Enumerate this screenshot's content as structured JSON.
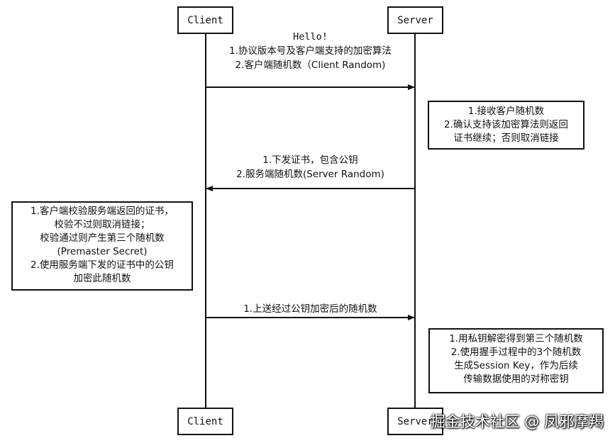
{
  "actors": {
    "client": "Client",
    "server": "Server"
  },
  "messages": {
    "hello": [
      "Hello!",
      "1.协议版本号及客户端支持的加密算法",
      "2.客户端随机数（Client Random)"
    ],
    "server_cert": [
      "1.下发证书，包含公钥",
      "2.服务端随机数(Server Random)"
    ],
    "client_send": [
      "1.上送经过公钥加密后的随机数"
    ]
  },
  "notes": {
    "server_receive": [
      "1.接收客户随机数",
      "2.确认支持该加密算法则返回",
      "证书继续；否则取消链接"
    ],
    "client_verify": [
      "1.客户端校验服务端返回的证书，",
      "校验不过则取消链接；",
      "校验通过则产生第三个随机数",
      "(Premaster Secret)",
      "2.使用服务端下发的证书中的公钥",
      "加密此随机数"
    ],
    "server_decrypt": [
      "1.用私钥解密得到第三个随机数",
      "2.使用握手过程中的3个随机数",
      "生成Session Key，作为后续",
      "传输数据使用的对称密钥"
    ]
  },
  "watermark": "掘金技术社区 @ 凤邪摩羯"
}
